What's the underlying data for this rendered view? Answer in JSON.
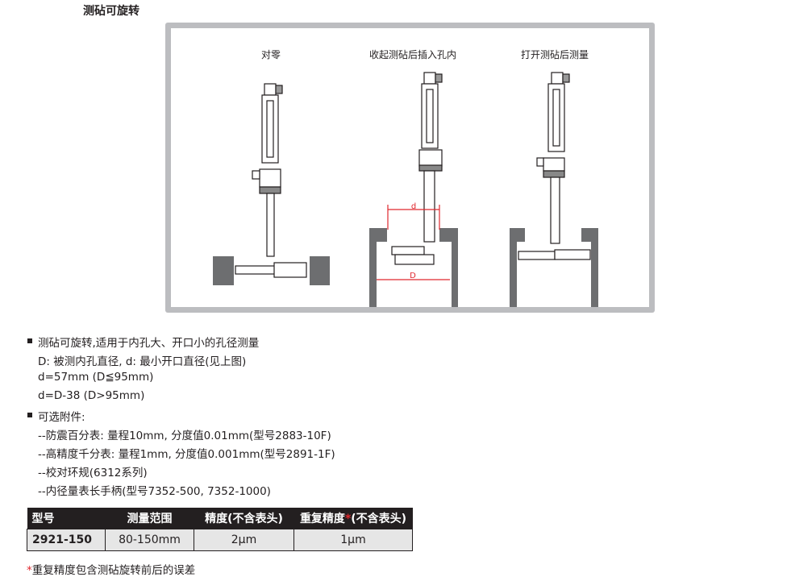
{
  "title": "测砧可旋转",
  "figure": {
    "captions": [
      "对零",
      "收起测砧后插入孔内",
      "打开测砧后测量"
    ],
    "label_d": "d",
    "label_D": "D"
  },
  "bullets": [
    {
      "text": "测砧可旋转,适用于内孔大、开口小的孔径测量",
      "bullet": true
    },
    {
      "text": "D: 被测内孔直径, d: 最小开口直径(见上图)",
      "bullet": false
    },
    {
      "text": "d=57mm (D≦95mm)",
      "bullet": false
    },
    {
      "text": "d=D-38 (D>95mm)",
      "bullet": false
    },
    {
      "text": "可选附件:",
      "bullet": true
    },
    {
      "text": "--防震百分表: 量程10mm, 分度值0.01mm(型号2883-10F)",
      "bullet": false
    },
    {
      "text": "--高精度千分表: 量程1mm, 分度值0.001mm(型号2891-1F)",
      "bullet": false
    },
    {
      "text": "--校对环规(6312系列)",
      "bullet": false
    },
    {
      "text": "--内径量表长手柄(型号7352-500, 7352-1000)",
      "bullet": false
    }
  ],
  "table": {
    "headers": [
      "型号",
      "测量范围",
      "精度(不含表头)",
      "重复精度"
    ],
    "header4_suffix": "(不含表头)",
    "star": "*",
    "row": [
      "2921-150",
      "80-150mm",
      "2μm",
      "1μm"
    ]
  },
  "note": {
    "star": "*",
    "text": "重复精度包含测砧旋转前后的误差"
  },
  "colors": {
    "dark": "#231f20",
    "red": "#e0282e",
    "gray": "#6d6e70"
  }
}
